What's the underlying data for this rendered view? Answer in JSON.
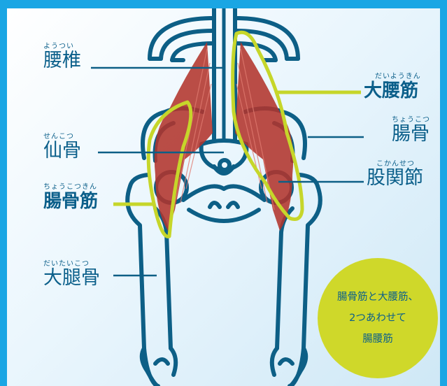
{
  "labels": {
    "lumbar": {
      "ruby": "ようつい",
      "text": "腰椎"
    },
    "psoas_major": {
      "ruby": "だいようきん",
      "text": "大腰筋"
    },
    "ilium": {
      "ruby": "ちょうこつ",
      "text": "腸骨"
    },
    "sacrum": {
      "ruby": "せんこつ",
      "text": "仙骨"
    },
    "hip_joint": {
      "ruby": "こかんせつ",
      "text": "股関節"
    },
    "iliacus": {
      "ruby": "ちょうこつきん",
      "text": "腸骨筋"
    },
    "femur": {
      "ruby": "だいたいこつ",
      "text": "大腿骨"
    }
  },
  "note": {
    "line1": "腸骨筋と大腰筋、",
    "line2": "2つあわせて",
    "line3": "腸腰筋"
  },
  "colors": {
    "frame": "#1aa6e4",
    "bone_outline": "#0d5f86",
    "muscle": "#b2342c",
    "highlight": "#c6d62a",
    "note_bg": "#cfd82a",
    "label": "#0b5f8a"
  }
}
